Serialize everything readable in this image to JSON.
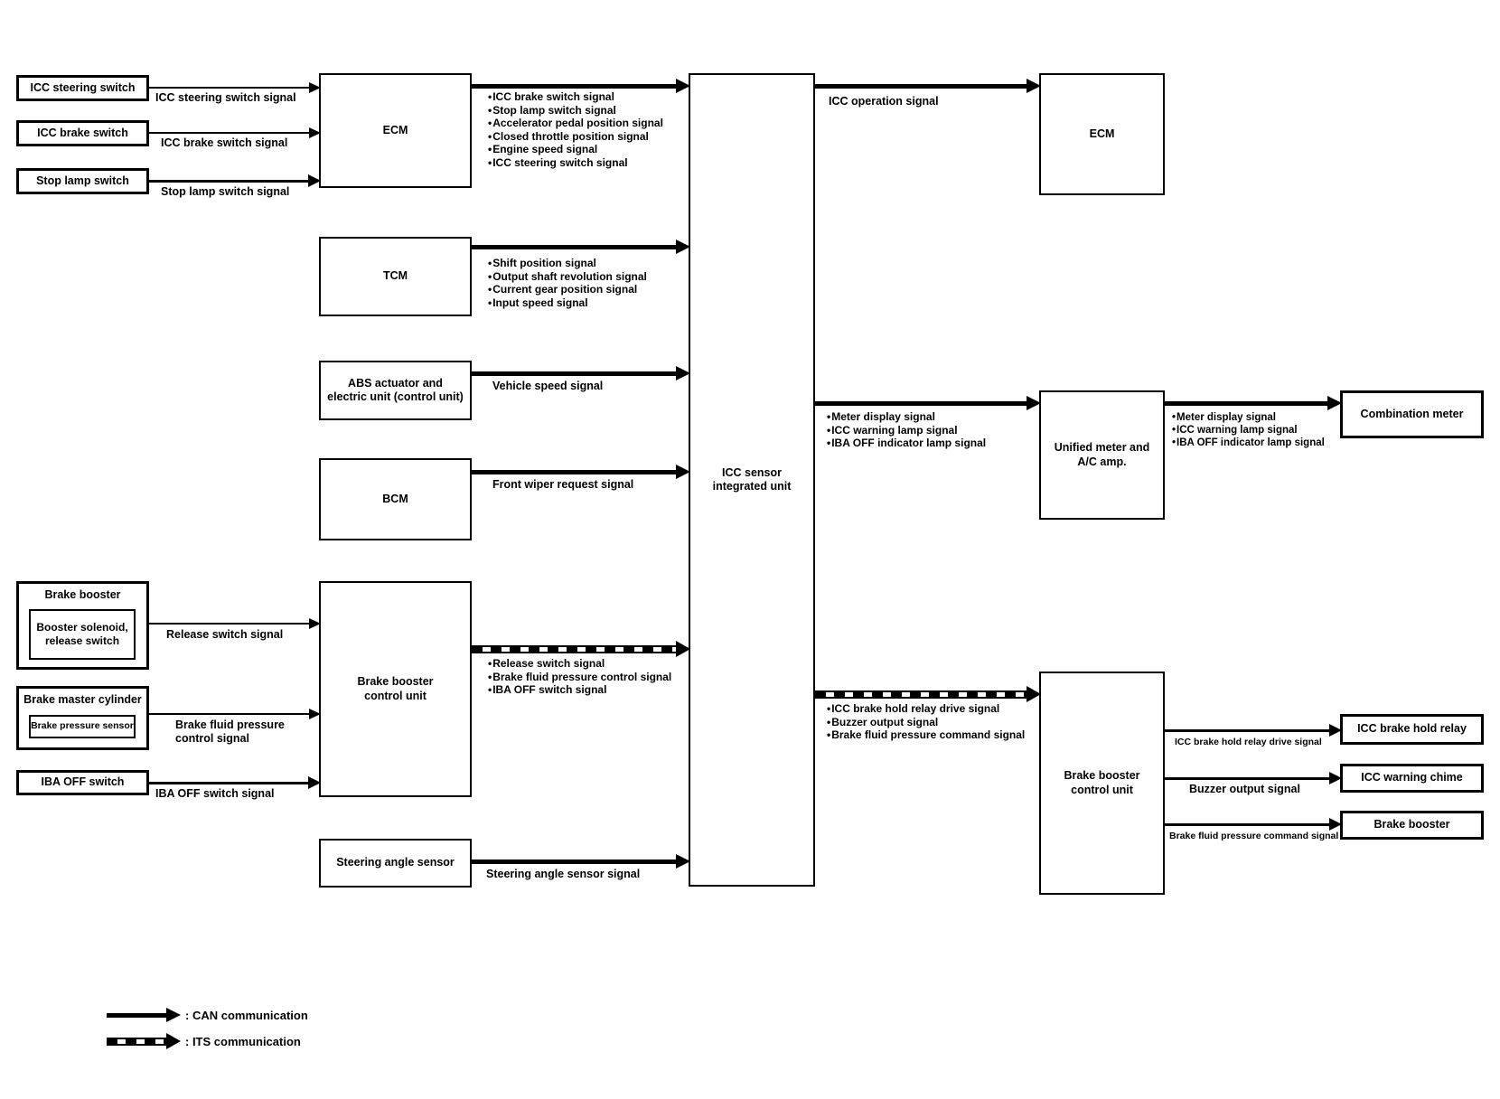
{
  "nodes": {
    "icc_steering_switch": "ICC steering switch",
    "icc_brake_switch": "ICC brake switch",
    "stop_lamp_switch": "Stop lamp switch",
    "brake_booster_group": "Brake booster",
    "booster_solenoid": "Booster solenoid,\nrelease switch",
    "brake_master_cylinder_group": "Brake master cylinder",
    "brake_pressure_sensor": "Brake pressure sensor",
    "iba_off_switch": "IBA OFF switch",
    "ecm_left": "ECM",
    "tcm": "TCM",
    "abs_unit": "ABS actuator and\nelectric unit (control unit)",
    "bcm": "BCM",
    "brake_booster_control_unit_left": "Brake booster\ncontrol unit",
    "steering_angle_sensor": "Steering angle sensor",
    "icc_sensor_integrated_unit": "ICC sensor\nintegrated unit",
    "ecm_right": "ECM",
    "unified_meter": "Unified meter and\nA/C amp.",
    "brake_booster_control_unit_right": "Brake booster\ncontrol unit",
    "combination_meter": "Combination meter",
    "icc_brake_hold_relay": "ICC brake hold relay",
    "icc_warning_chime": "ICC warning chime",
    "brake_booster_right": "Brake booster"
  },
  "signals": {
    "icc_steering_switch": "ICC steering switch signal",
    "icc_brake_switch": "ICC brake switch signal",
    "stop_lamp_switch": "Stop lamp switch signal",
    "release_switch": "Release switch signal",
    "brake_fluid_pressure_control_two_line": "Brake fluid pressure\ncontrol signal",
    "iba_off_switch": "IBA OFF switch signal",
    "ecm_to_icc": [
      "ICC brake switch signal",
      "Stop lamp switch signal",
      "Accelerator pedal position signal",
      "Closed throttle position signal",
      "Engine speed signal",
      "ICC steering switch signal"
    ],
    "tcm_to_icc": [
      "Shift position signal",
      "Output shaft revolution signal",
      "Current gear position signal",
      "Input speed signal"
    ],
    "vehicle_speed": "Vehicle speed signal",
    "front_wiper": "Front wiper request signal",
    "bbcu_to_icc": [
      "Release switch signal",
      "Brake fluid pressure control signal",
      "IBA OFF switch signal"
    ],
    "steering_angle": "Steering angle sensor signal",
    "icc_operation": "ICC operation signal",
    "icc_to_meter": [
      "Meter display signal",
      "ICC warning lamp signal",
      "IBA OFF indicator lamp signal"
    ],
    "icc_to_bbcu": [
      "ICC brake hold relay drive signal",
      "Buzzer output signal",
      "Brake fluid pressure command signal"
    ],
    "meter_to_combination": [
      "Meter display signal",
      "ICC warning lamp signal",
      "IBA OFF indicator lamp signal"
    ],
    "brake_hold_relay_drive": "ICC brake hold relay drive signal",
    "buzzer_output": "Buzzer output signal",
    "brake_fluid_pressure_command": "Brake fluid pressure command signal"
  },
  "legend": {
    "can": ": CAN communication",
    "its": ": ITS communication"
  },
  "colors": {
    "line": "#000000",
    "background": "#ffffff"
  }
}
